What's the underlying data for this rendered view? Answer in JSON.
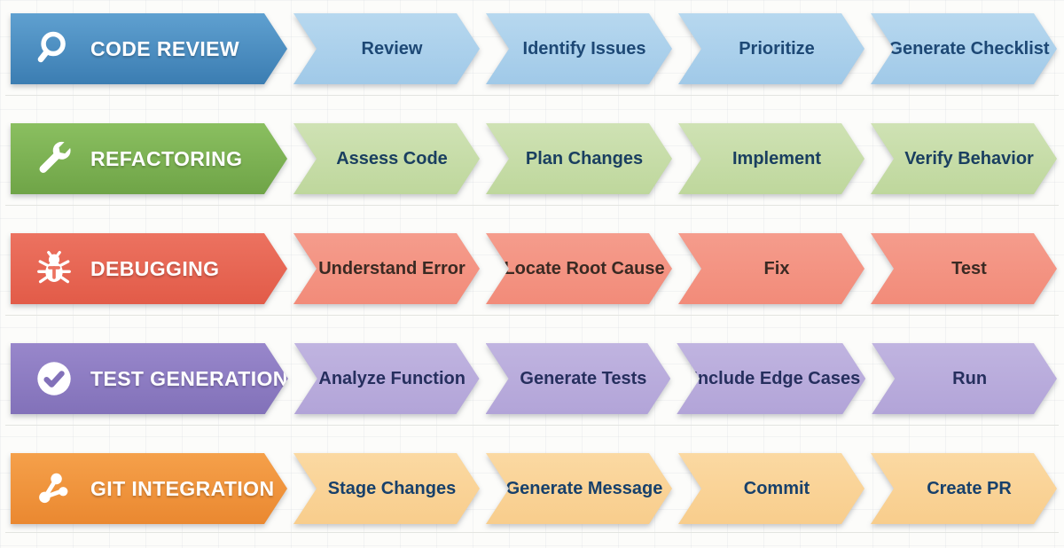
{
  "rows": [
    {
      "title": "CODE REVIEW",
      "icon": "magnifier-icon",
      "steps": [
        "Review",
        "Identify Issues",
        "Prioritize",
        "Generate Checklist"
      ],
      "colors": {
        "main_light": "#5fa0d0",
        "main_dark": "#3b7db2",
        "fold": "#2b5f8e",
        "step_light": "#b7d8ef",
        "step": "#a0c9e8",
        "text": "#1d4875"
      }
    },
    {
      "title": "REFACTORING",
      "icon": "wrench-icon",
      "steps": [
        "Assess Code",
        "Plan Changes",
        "Implement",
        "Verify Behavior"
      ],
      "colors": {
        "main_light": "#8abf60",
        "main_dark": "#6fa447",
        "fold": "#4e7f2c",
        "step_light": "#cfe2b4",
        "step": "#bed79c",
        "text": "#1a3f60"
      }
    },
    {
      "title": "DEBUGGING",
      "icon": "bug-icon",
      "steps": [
        "Understand Error",
        "Locate Root Cause",
        "Fix",
        "Test"
      ],
      "colors": {
        "main_light": "#ec7260",
        "main_dark": "#e25b48",
        "fold": "#b5402f",
        "step_light": "#f59c8c",
        "step": "#f28b79",
        "text": "#3a2a23"
      }
    },
    {
      "title": "TEST GENERATION",
      "icon": "check-circle-icon",
      "steps": [
        "Analyze Function",
        "Generate Tests",
        "Include Edge Cases",
        "Run"
      ],
      "colors": {
        "main_light": "#9887cb",
        "main_dark": "#8271b9",
        "fold": "#5c4d93",
        "step_light": "#c0b4e0",
        "step": "#b2a4d8",
        "text": "#262f5e"
      }
    },
    {
      "title": "GIT INTEGRATION",
      "icon": "git-branch-icon",
      "steps": [
        "Stage Changes",
        "Generate Message",
        "Commit",
        "Create PR"
      ],
      "colors": {
        "main_light": "#f5a04a",
        "main_dark": "#ea8830",
        "fold": "#c14e20",
        "step_light": "#fbd9a2",
        "step": "#f8cd8c",
        "text": "#17406b"
      }
    }
  ]
}
